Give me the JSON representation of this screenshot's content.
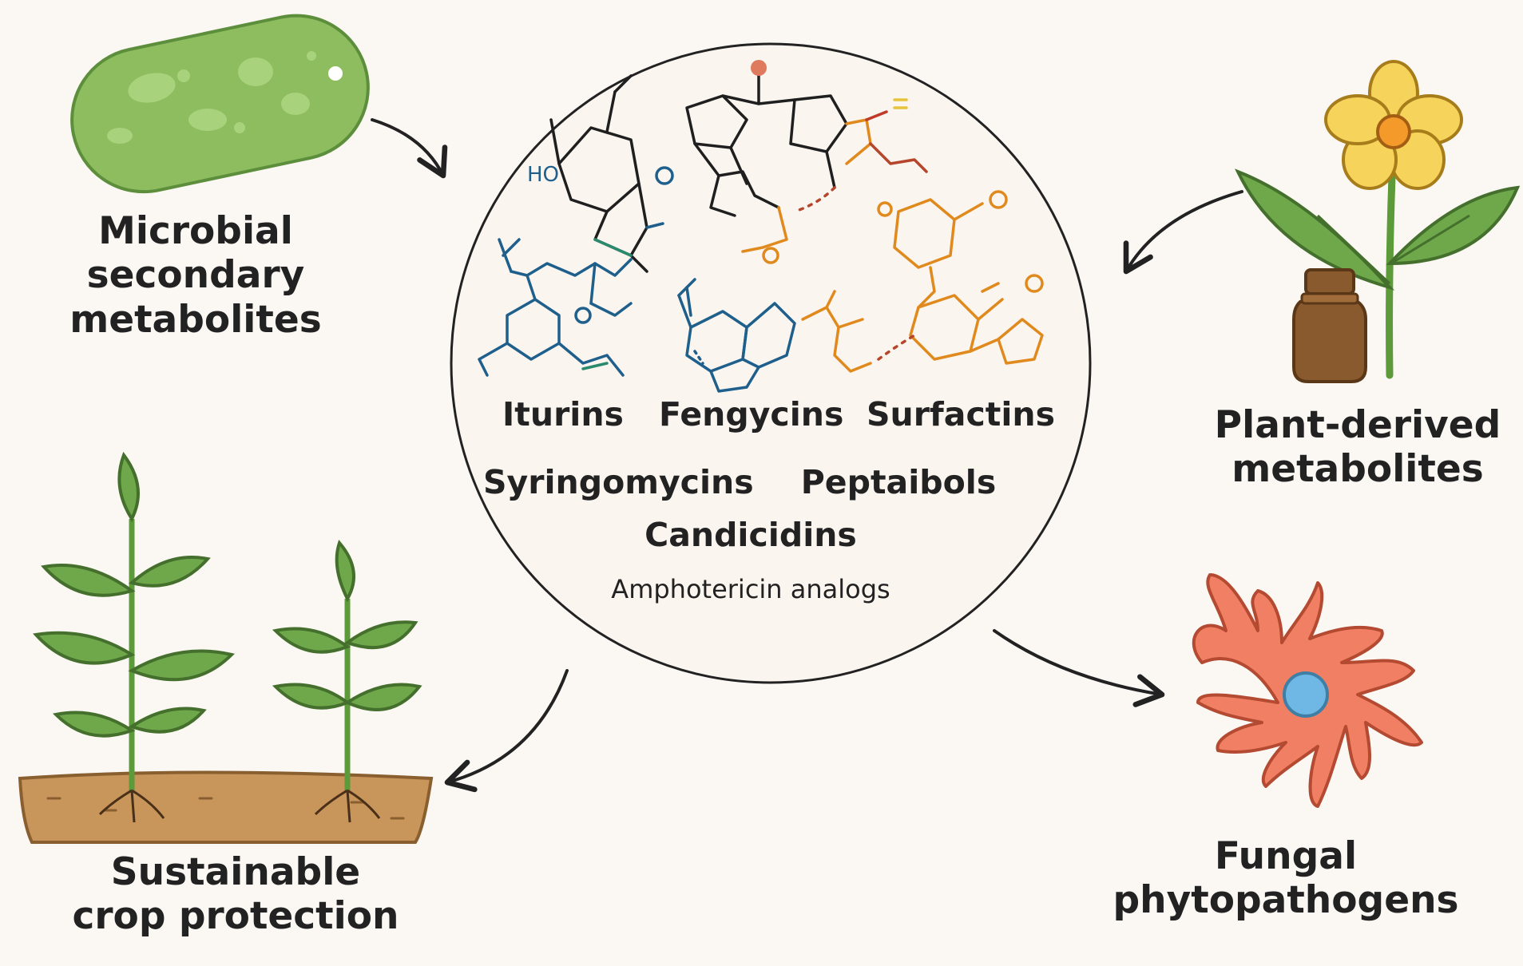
{
  "nodes": {
    "microbial": [
      "Microbial",
      "secondary",
      "metabolites"
    ],
    "plant": [
      "Plant-derived",
      "metabolites"
    ],
    "crop": [
      "Sustainable",
      "crop protection"
    ],
    "fungal": [
      "Fungal",
      "phytopathogens"
    ]
  },
  "center": {
    "compounds_row1": [
      "Iturins",
      "Fengycins",
      "Surfactins"
    ],
    "compounds_row2": [
      "Syringomycins",
      "Peptaibols"
    ],
    "compounds_row3": "Candicidins",
    "compounds_row4": "Amphotericin analogs",
    "structure_label": "HO"
  },
  "colors": {
    "background": "#fbf8f4",
    "bacterium": "#8dbd5e",
    "leaf": "#6ea84a",
    "flower": "#f6d35a",
    "flower_center": "#f39a2a",
    "fungus": "#f07f63",
    "fungus_nucleus": "#6fb8e6",
    "soil": "#c8955a",
    "bottle": "#8a5a2f",
    "structure_blue": "#1e5f8c",
    "structure_orange": "#e08a1e"
  }
}
